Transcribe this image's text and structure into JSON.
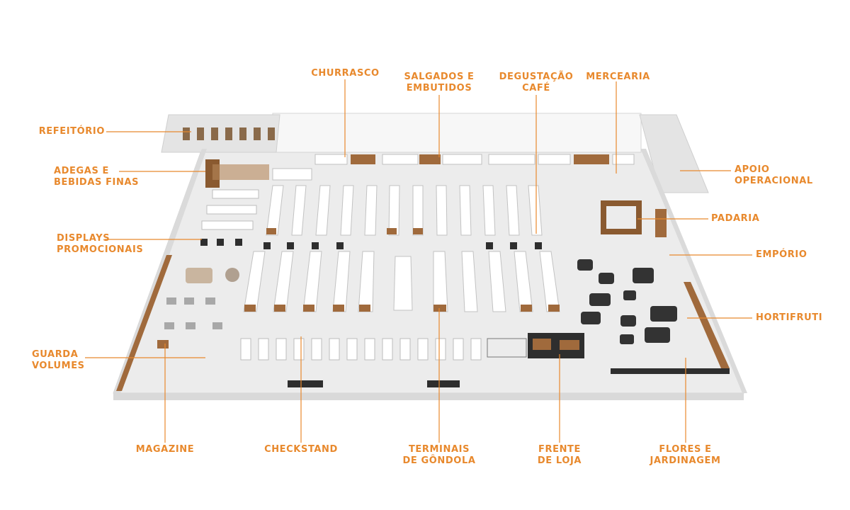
{
  "colors": {
    "label": "#e8892d",
    "leader": "#e8892d",
    "floor": "#ececec",
    "wall": "#dcdcdc",
    "wood": "#a06a3c",
    "shelf": "#ffffff",
    "dark": "#2e2e2e"
  },
  "labels": {
    "churrasco": {
      "lines": [
        "CHURRASCO"
      ]
    },
    "salgados": {
      "lines": [
        "SALGADOS E",
        "EMBUTIDOS"
      ]
    },
    "degustacao": {
      "lines": [
        "DEGUSTAÇÃO",
        "CAFÉ"
      ]
    },
    "mercearia": {
      "lines": [
        "MERCEARIA"
      ]
    },
    "refeitorio": {
      "lines": [
        "REFEITÓRIO"
      ]
    },
    "adegas": {
      "lines": [
        "ADEGAS E",
        "BEBIDAS FINAS"
      ]
    },
    "apoio": {
      "lines": [
        "APOIO",
        "OPERACIONAL"
      ]
    },
    "padaria": {
      "lines": [
        "PADARIA"
      ]
    },
    "displays": {
      "lines": [
        "DISPLAYS",
        "PROMOCIONAIS"
      ]
    },
    "emporio": {
      "lines": [
        "EMPÓRIO"
      ]
    },
    "hortifruti": {
      "lines": [
        "HORTIFRUTI"
      ]
    },
    "guarda": {
      "lines": [
        "GUARDA",
        "VOLUMES"
      ]
    },
    "magazine": {
      "lines": [
        "MAGAZINE"
      ]
    },
    "checkstand": {
      "lines": [
        "CHECKSTAND"
      ]
    },
    "terminais": {
      "lines": [
        "TERMINAIS",
        "DE GÔNDOLA"
      ]
    },
    "frente": {
      "lines": [
        "FRENTE",
        "DE LOJA"
      ]
    },
    "flores": {
      "lines": [
        "FLORES E",
        "JARDINAGEM"
      ]
    }
  }
}
